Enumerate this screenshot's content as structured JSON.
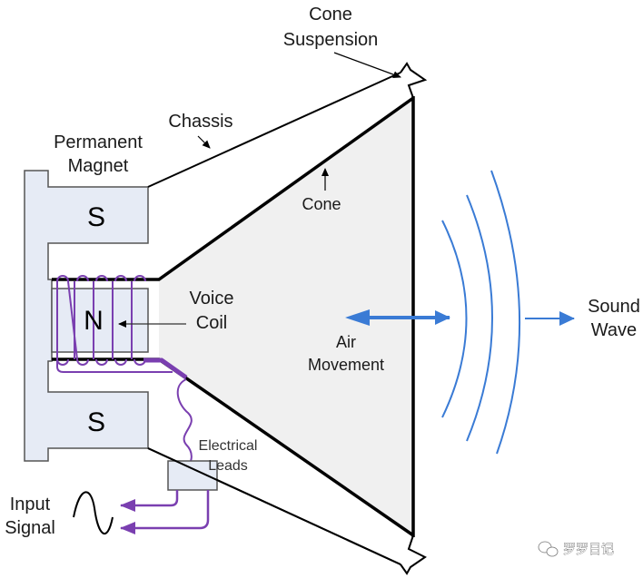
{
  "diagram": {
    "title": "Loudspeaker Construction",
    "labels": {
      "cone_suspension": [
        "Cone",
        "Suspension"
      ],
      "chassis": "Chassis",
      "permanent_magnet": [
        "Permanent",
        "Magnet"
      ],
      "cone": "Cone",
      "voice_coil": [
        "Voice",
        "Coil"
      ],
      "air_movement": [
        "Air",
        "Movement"
      ],
      "sound_wave": [
        "Sound",
        "Wave"
      ],
      "electrical_leads": [
        "Electrical",
        "Leads"
      ],
      "input_signal": [
        "Input",
        "Signal"
      ],
      "pole_top": "S",
      "pole_middle": "N",
      "pole_bottom": "S"
    },
    "watermark": "罗罗日记",
    "colors": {
      "magnet_fill": "#e6ebf5",
      "cone_fill": "#f0f0f0",
      "coil": "#7a3fb0",
      "wave": "#3a7bd5",
      "line": "#000000"
    }
  }
}
